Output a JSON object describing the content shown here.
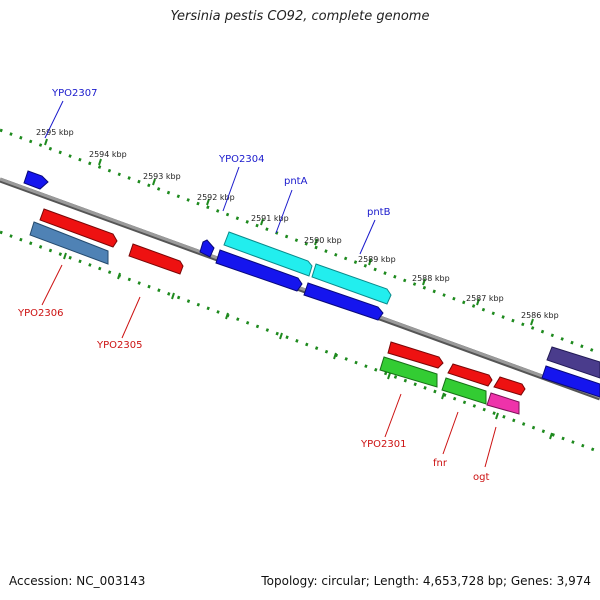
{
  "header": {
    "title": "Yersinia pestis CO92, complete genome"
  },
  "footer": {
    "accession": "Accession: NC_003143",
    "summary": "Topology: circular; Length: 4,653,728 bp; Genes: 3,974"
  },
  "ruler": {
    "ticks": [
      "2595 kbp",
      "2594 kbp",
      "2593 kbp",
      "2592 kbp",
      "2591 kbp",
      "2590 kbp",
      "2589 kbp",
      "2588 kbp",
      "2587 kbp",
      "2586 kbp"
    ]
  },
  "gene_labels": {
    "YPO2307": "YPO2307",
    "YPO2304": "YPO2304",
    "pntA": "pntA",
    "pntB": "pntB",
    "YPO2306": "YPO2306",
    "YPO2305": "YPO2305",
    "YPO2301": "YPO2301",
    "fnr": "fnr",
    "ogt": "ogt"
  },
  "colors": {
    "backbone": "#8a8a8a",
    "ruler_dots": "#1e8a1e",
    "label_top": "#1a1acc",
    "label_bottom": "#cc1111",
    "red": "#ee1111",
    "blue": "#1515ee",
    "cyan": "#22eeee",
    "steel": "#4f82b5",
    "green": "#33cc33",
    "magenta": "#ee33aa",
    "purple": "#4a3c8c"
  }
}
